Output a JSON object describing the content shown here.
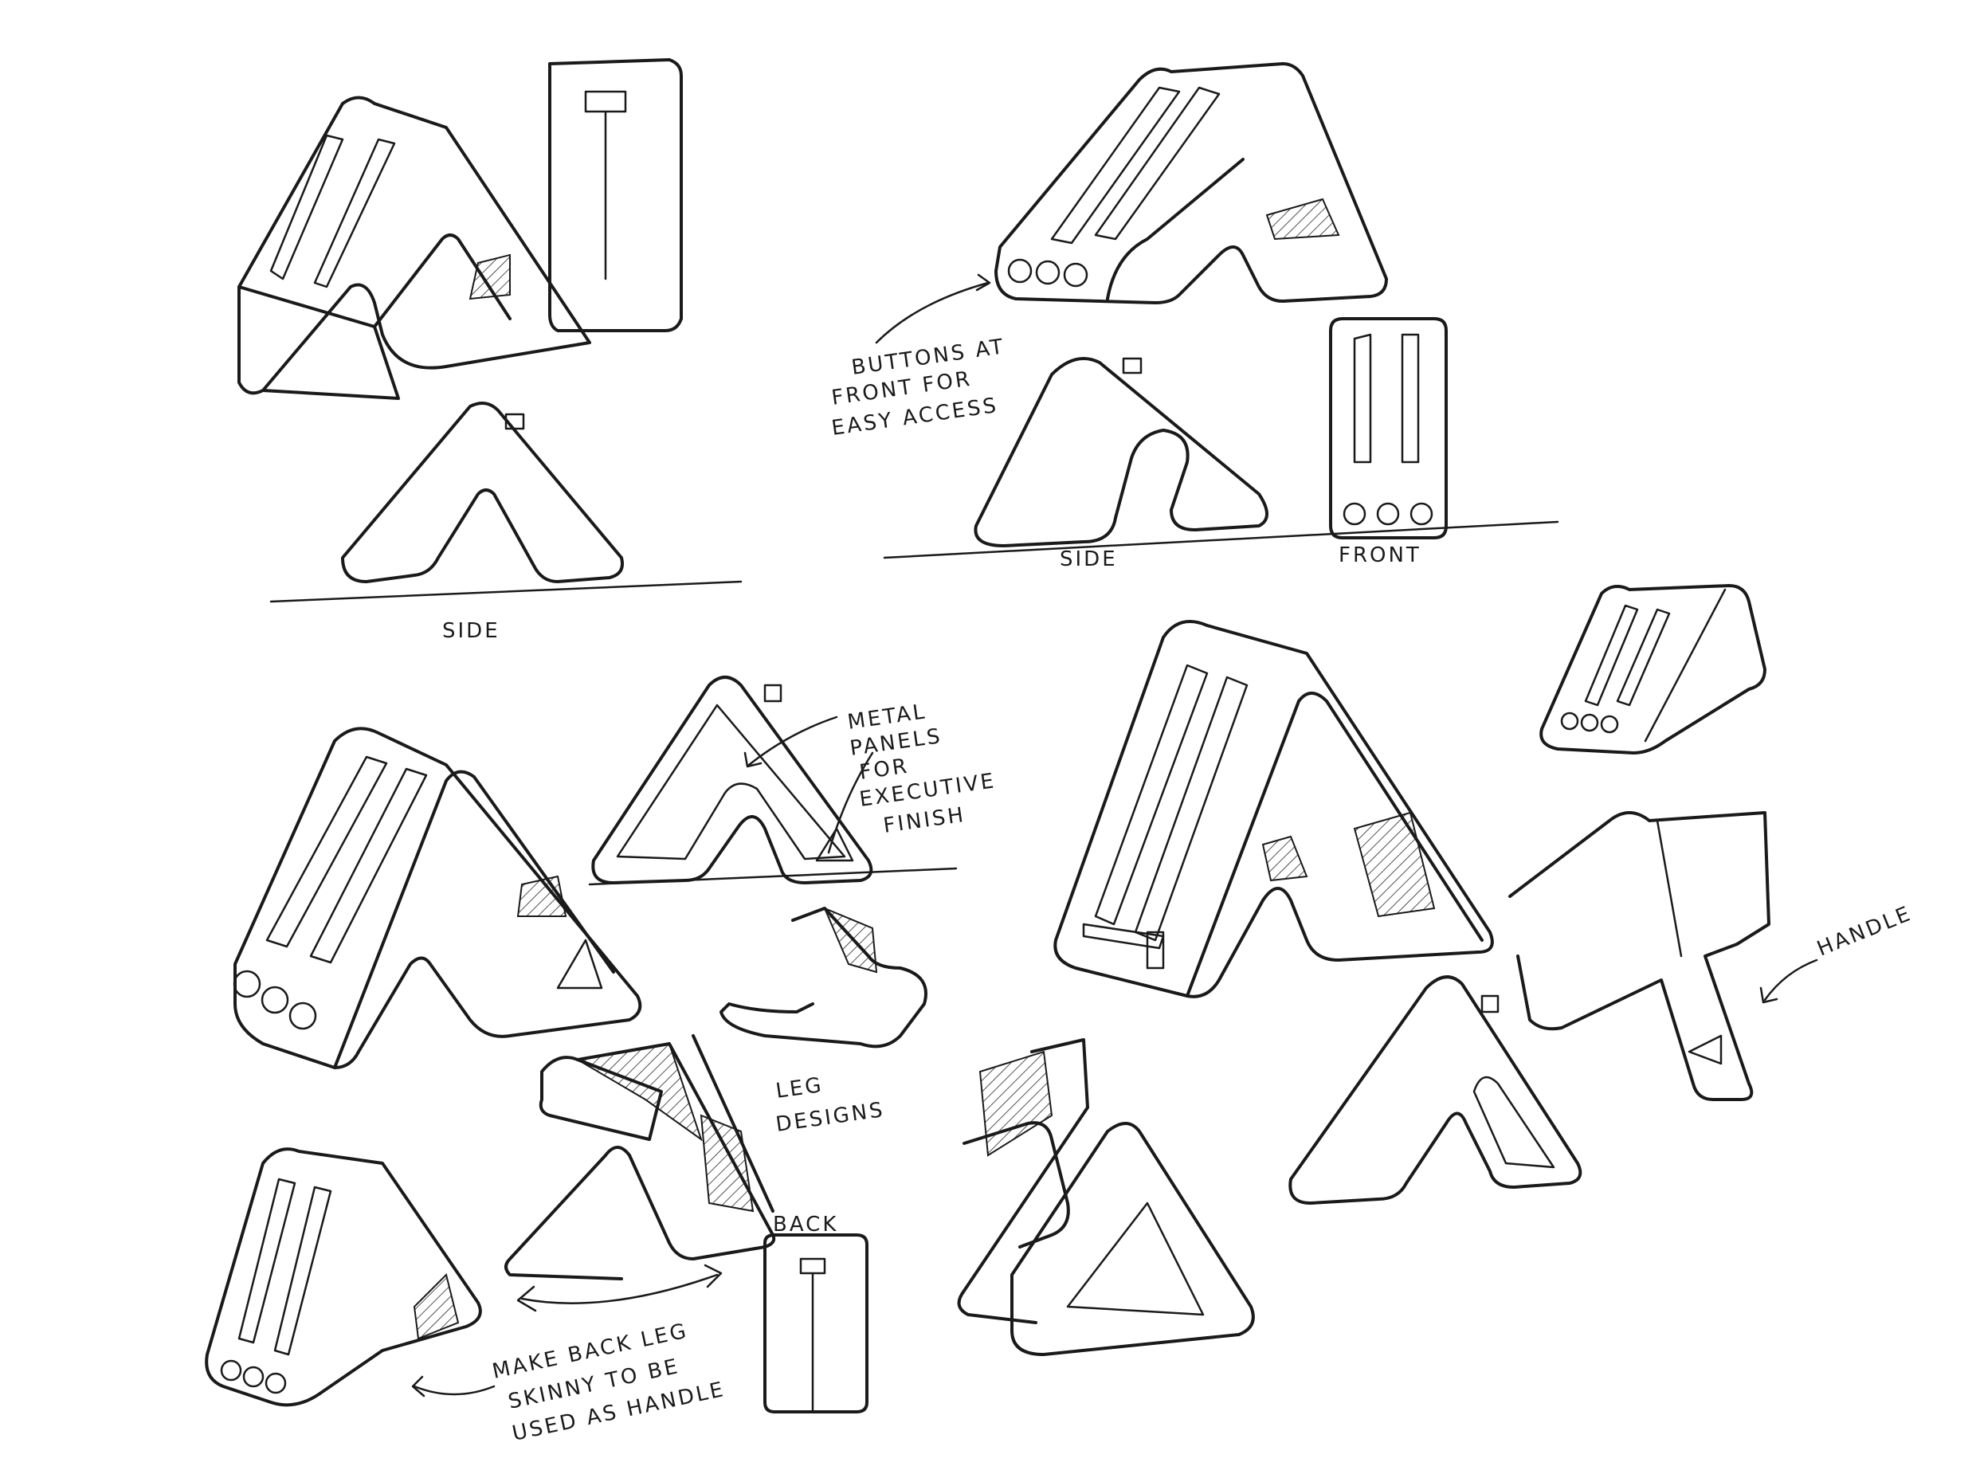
{
  "sheet": {
    "annotations": {
      "side_1": "SIDE",
      "buttons_note": [
        "BUTTONS AT",
        "FRONT FOR",
        "EASY ACCESS"
      ],
      "side_2": "SIDE",
      "front": "FRONT",
      "metal_note": [
        "METAL",
        "PANELS",
        "FOR",
        "EXECUTIVE",
        "FINISH"
      ],
      "leg_designs": [
        "LEG",
        "DESIGNS"
      ],
      "back": "BACK",
      "handle": "HANDLE",
      "skinny_note": [
        "MAKE BACK LEG",
        "SKINNY TO BE",
        "USED AS HANDLE"
      ]
    },
    "ink_color": "#1a1a1a",
    "paper_color": "#ffffff"
  }
}
